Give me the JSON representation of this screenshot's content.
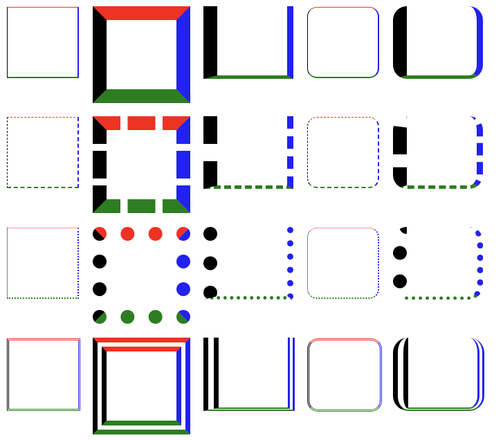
{
  "colors": {
    "top": "#ee3224",
    "right": "#2222ee",
    "bottom": "#2e7d22",
    "left": "#000000"
  },
  "grid": {
    "columns": [
      "thin",
      "thick",
      "open-top",
      "rounded-thin",
      "rounded-open-top"
    ],
    "rows": [
      "solid",
      "dashed",
      "dotted",
      "double"
    ]
  }
}
